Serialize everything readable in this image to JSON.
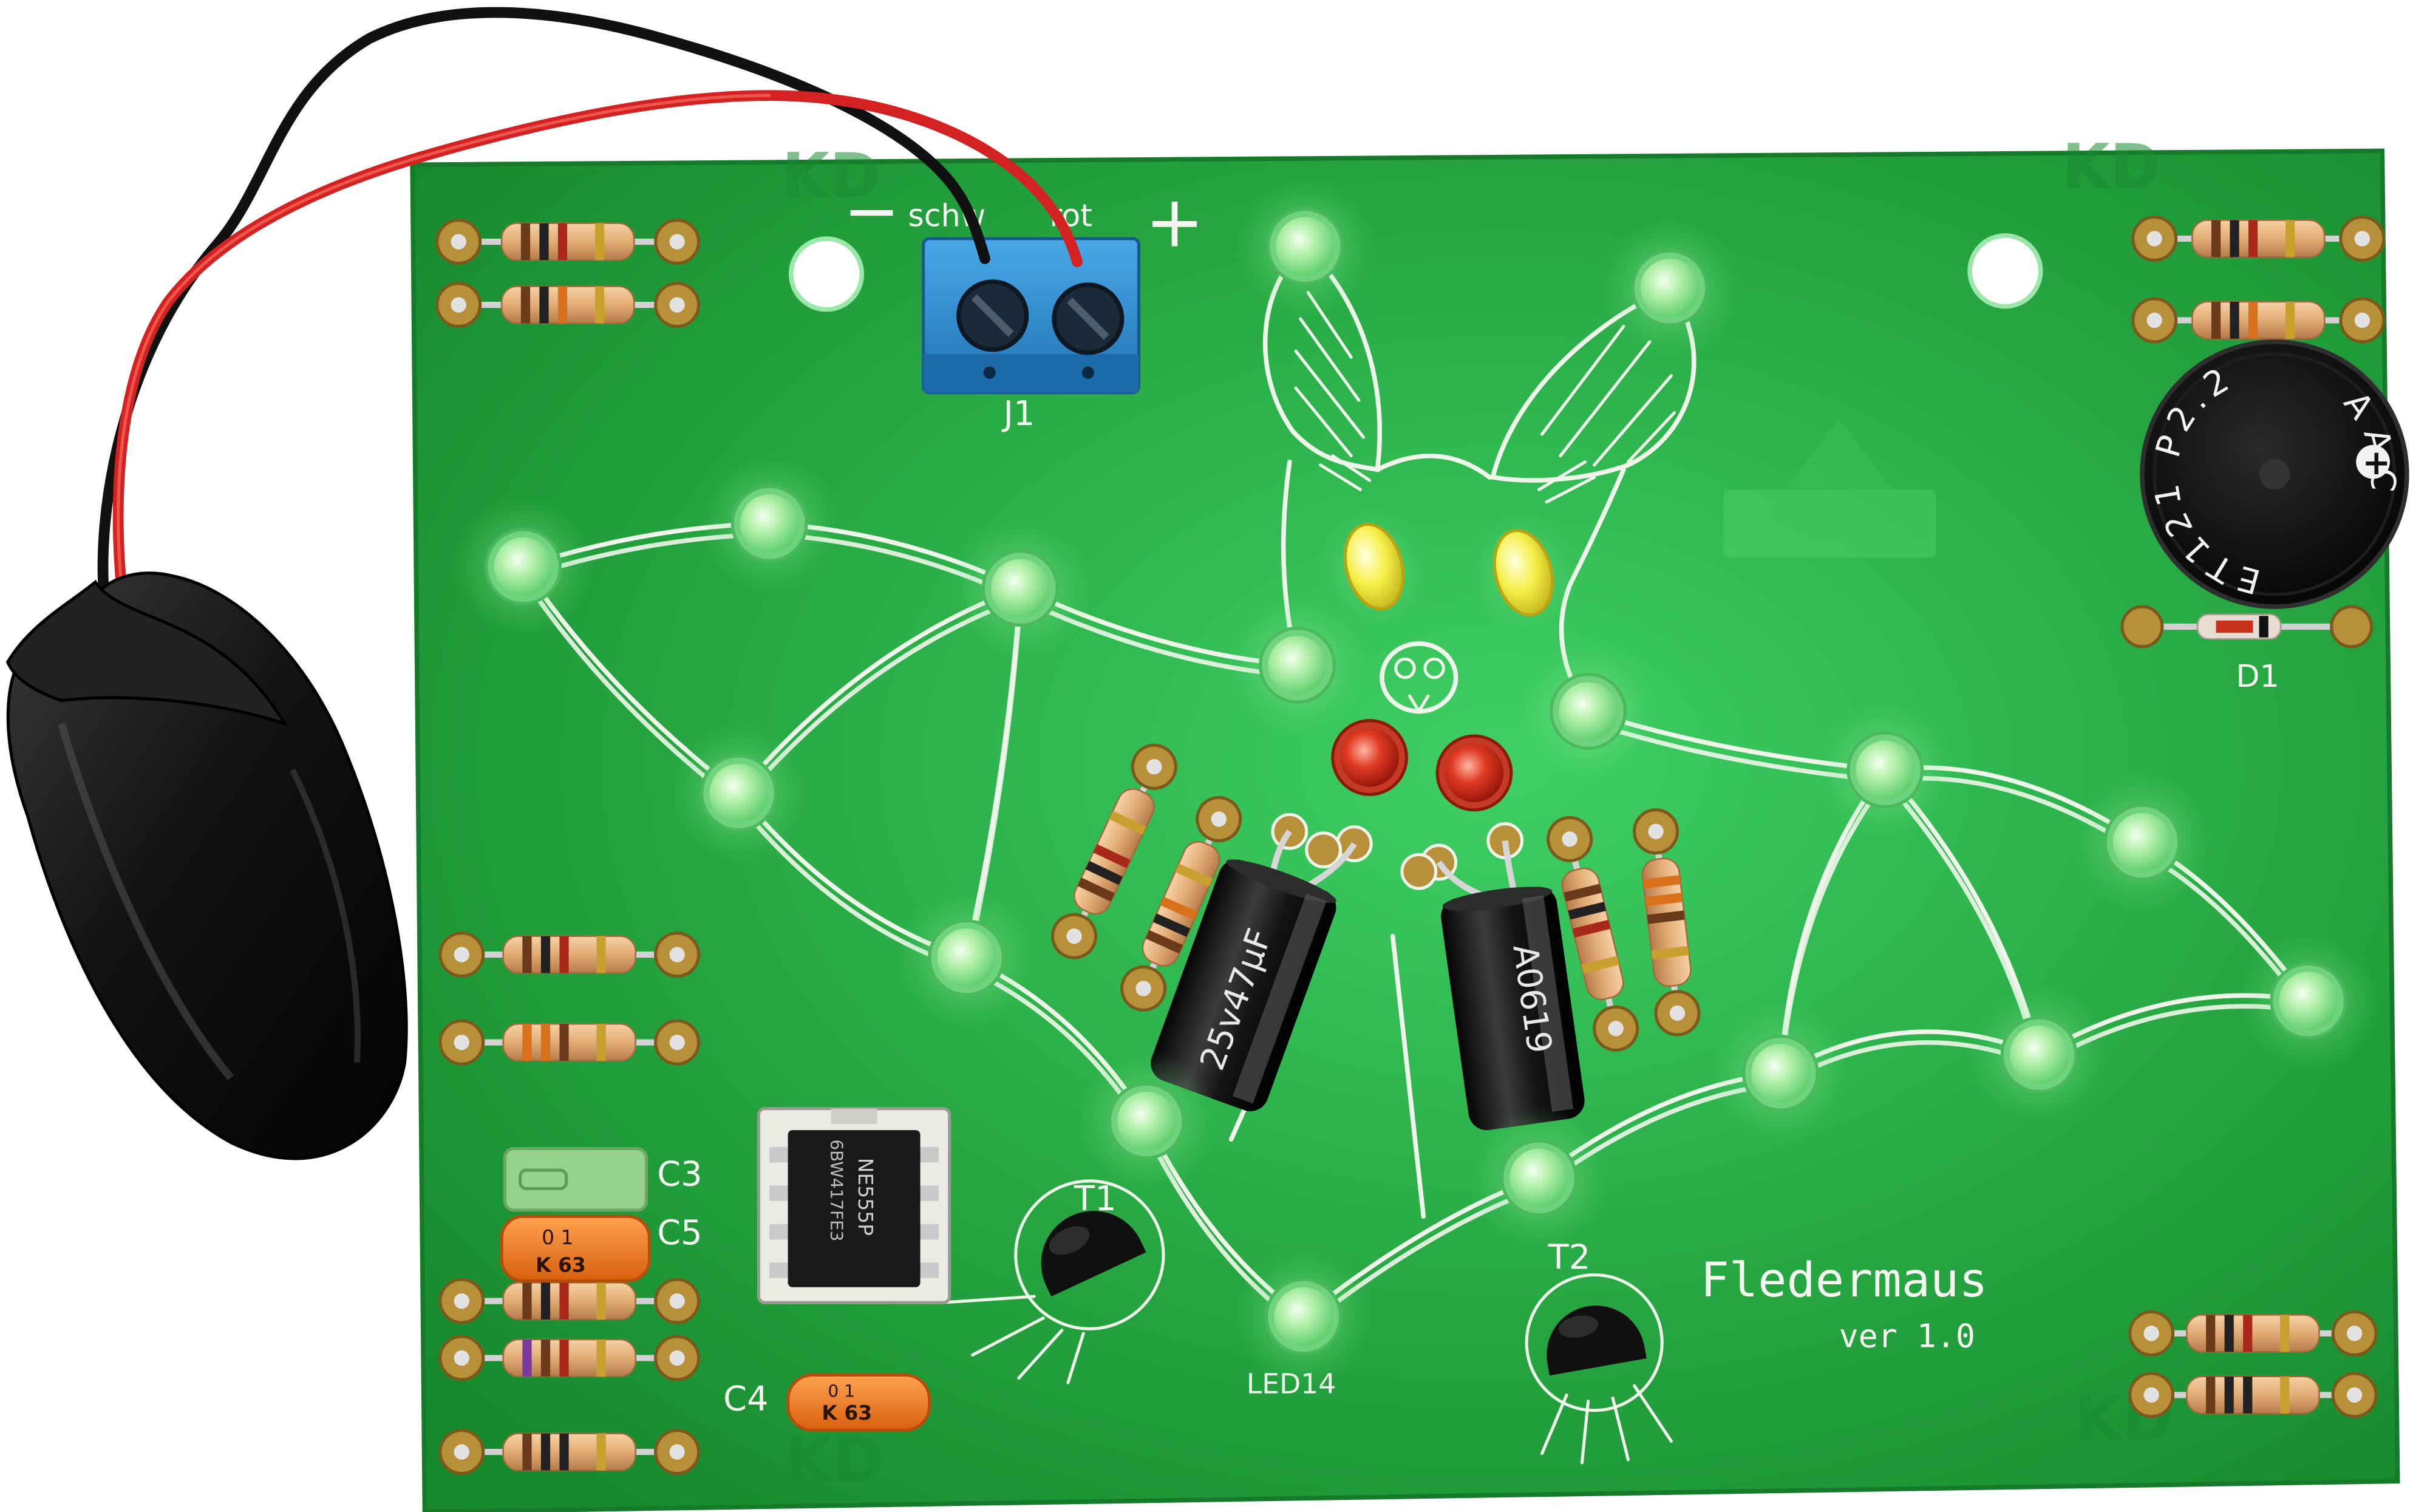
{
  "colors": {
    "board": "#24a23f",
    "silkscreen": "#eef6e9",
    "led_green": "#b6f1ae",
    "led_yellow": "#f6f04a",
    "led_red": "#e03a22",
    "terminal_block": "#2f8fd4",
    "battery_pouch": "#111111",
    "wire_red": "#d42222",
    "wire_black": "#111111"
  },
  "silkscreen": {
    "minus": "−",
    "schw": "schw",
    "rot": "rot",
    "plus": "+",
    "j1": "J1",
    "d1": "D1",
    "c3": "C3",
    "c5": "C5",
    "c4": "C4",
    "t1": "T1",
    "t2": "T2",
    "led14": "LED14",
    "title": "Fledermaus",
    "version": "ver 1.0",
    "watermark": "KD"
  },
  "components": {
    "cap1_marking": "25v47μF",
    "cap2_marking": "A0619",
    "ic_line1": "NE555P",
    "ic_line2": "6BW417FE3",
    "c5_top": "0 1",
    "c5_bottom": "K  63",
    "c4_top": "0 1",
    "c4_bottom": "K  63",
    "buzzer_ring": "ET121 P2.2",
    "buzzer_ring2": "AAC",
    "buzzer_plus": "+"
  }
}
